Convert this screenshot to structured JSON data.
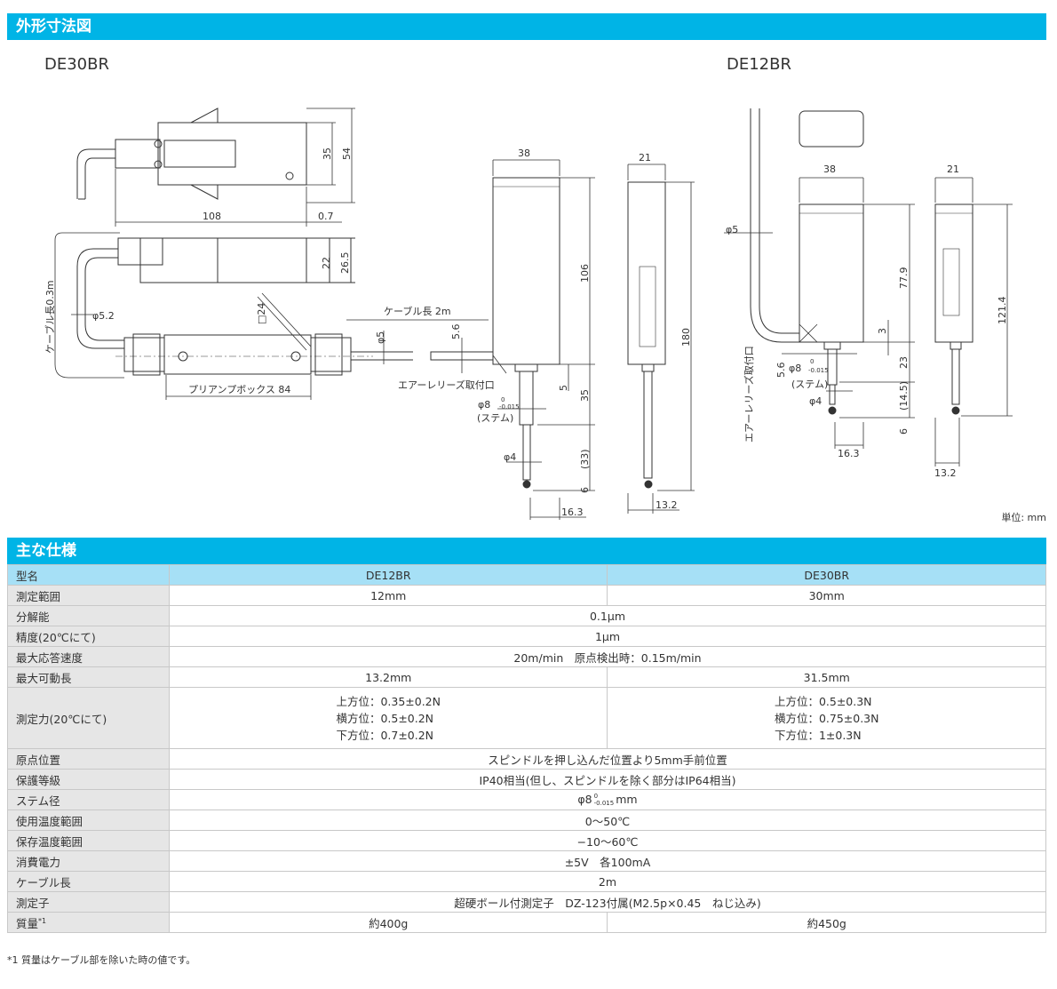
{
  "section_outline": "外形寸法図",
  "section_spec": "主な仕様",
  "models": {
    "left": "DE30BR",
    "right": "DE12BR"
  },
  "unit_note": "単位: mm",
  "drawing_labels": {
    "d108": "108",
    "d07": "0.7",
    "d35": "35",
    "d54": "54",
    "d22": "22",
    "d265": "26.5",
    "d38a": "38",
    "d106": "106",
    "d35b": "35",
    "d5": "5",
    "d33": "(33)",
    "d6a": "6",
    "d163a": "16.3",
    "d180": "180",
    "d21a": "21",
    "d132a": "13.2",
    "cable03": "ケーブル長0.3m",
    "phi52": "φ5.2",
    "sq24": "□24",
    "preamp": "プリアンプボックス 84",
    "cable2": "ケーブル長 2m",
    "phi5a": "φ5",
    "d56a": "5.6",
    "airrelease_a": "エアーレリーズ取付口",
    "phi8a": "φ8",
    "tol_a": "-0.015",
    "tol0_a": "0",
    "stem_a": "(ステム)",
    "phi4a": "φ4",
    "d38b": "38",
    "d779": "77.9",
    "d3": "3",
    "d23": "23",
    "d145": "(14.5)",
    "d6b": "6",
    "d163b": "16.3",
    "phi5b": "φ5",
    "d56b": "5.6",
    "airrelease_b": "エアーレリーズ取付口",
    "phi8b": "φ8",
    "tol_b": "-0.015",
    "tol0_b": "0",
    "stem_b": "(ステム)",
    "phi4b": "φ4",
    "d21b": "21",
    "d1214": "121.4",
    "d132b": "13.2"
  },
  "spec_header": {
    "label": "型名",
    "c1": "DE12BR",
    "c2": "DE30BR"
  },
  "spec": {
    "range": {
      "label": "測定範囲",
      "c1": "12mm",
      "c2": "30mm"
    },
    "resolution": {
      "label": "分解能",
      "val": "0.1μm"
    },
    "accuracy": {
      "label": "精度(20℃にて)",
      "val": "1μm"
    },
    "response": {
      "label": "最大応答速度",
      "val": "20m/min　原点検出時：0.15m/min"
    },
    "stroke": {
      "label": "最大可動長",
      "c1": "13.2mm",
      "c2": "31.5mm"
    },
    "force": {
      "label": "測定力(20℃にて)",
      "c1": [
        "上方位：0.35±0.2N",
        "横方位：0.5±0.2N",
        "下方位：0.7±0.2N"
      ],
      "c2": [
        "上方位：0.5±0.3N",
        "横方位：0.75±0.3N",
        "下方位：1±0.3N"
      ]
    },
    "origin": {
      "label": "原点位置",
      "val": "スピンドルを押し込んだ位置より5mm手前位置"
    },
    "protection": {
      "label": "保護等級",
      "val": "IP40相当(但し、スピンドルを除く部分はIP64相当)"
    },
    "stem": {
      "label": "ステム径",
      "val": "φ8",
      "tol_top": "0",
      "tol_bot": "-0.015",
      "unit": "mm"
    },
    "op_temp": {
      "label": "使用温度範囲",
      "val": "0～50℃"
    },
    "st_temp": {
      "label": "保存温度範囲",
      "val": "−10～60℃"
    },
    "power": {
      "label": "消費電力",
      "val": "±5V　各100mA"
    },
    "cable": {
      "label": "ケーブル長",
      "val": "2m"
    },
    "probe": {
      "label": "測定子",
      "val": "超硬ボール付測定子　DZ-123付属(M2.5p×0.45　ねじ込み)"
    },
    "mass": {
      "label": "質量",
      "label_sup": "*1",
      "c1": "約400g",
      "c2": "約450g"
    }
  },
  "footnote": "*1 質量はケーブル部を除いた時の値です。"
}
